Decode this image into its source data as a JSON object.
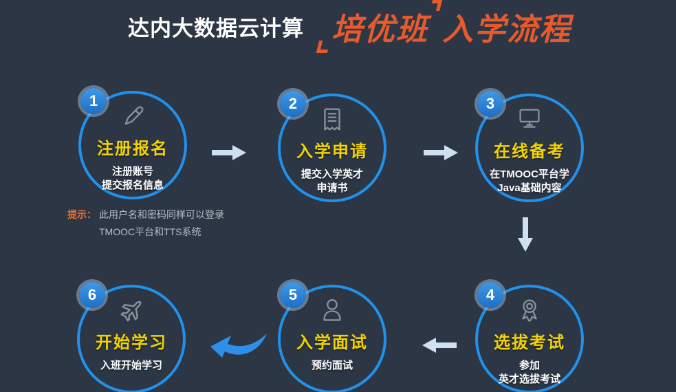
{
  "title": {
    "prefix": "达内大数据云计算",
    "highlight": "培优班",
    "suffix": "入学流程"
  },
  "steps": [
    {
      "number": "1",
      "icon": "pencil-icon",
      "title": "注册报名",
      "desc": "注册账号\n提交报名信息"
    },
    {
      "number": "2",
      "icon": "receipt-icon",
      "title": "入学申请",
      "desc": "提交入学英才\n申请书"
    },
    {
      "number": "3",
      "icon": "monitor-icon",
      "title": "在线备考",
      "desc": "在TMOOC平台学\nJava基础内容"
    },
    {
      "number": "4",
      "icon": "medal-icon",
      "title": "选拔考试",
      "desc": "参加\n英才选拔考试"
    },
    {
      "number": "5",
      "icon": "person-icon",
      "title": "入学面试",
      "desc": "预约面试"
    },
    {
      "number": "6",
      "icon": "plane-icon",
      "title": "开始学习",
      "desc": "入班开始学习"
    }
  ],
  "hint": {
    "label": "提示：",
    "line1": "此用户名和密码同样可以登录",
    "line2": "TMOOC平台和TTS系统"
  },
  "colors": {
    "background": "#2c3645",
    "circle_border": "#2191ea",
    "step_title_yellow": "#f2d300",
    "step_desc_white": "#ffffff",
    "accent_orange": "#e65a2d",
    "arrow_light_blue": "#cfe0f2",
    "arrow_curved_blue": "#2e8fe8",
    "icon_gray": "#8b929c",
    "hint_label_orange": "#e9752e",
    "hint_text_gray": "#b9bfc7",
    "badge_blue": "#2e86d9"
  }
}
